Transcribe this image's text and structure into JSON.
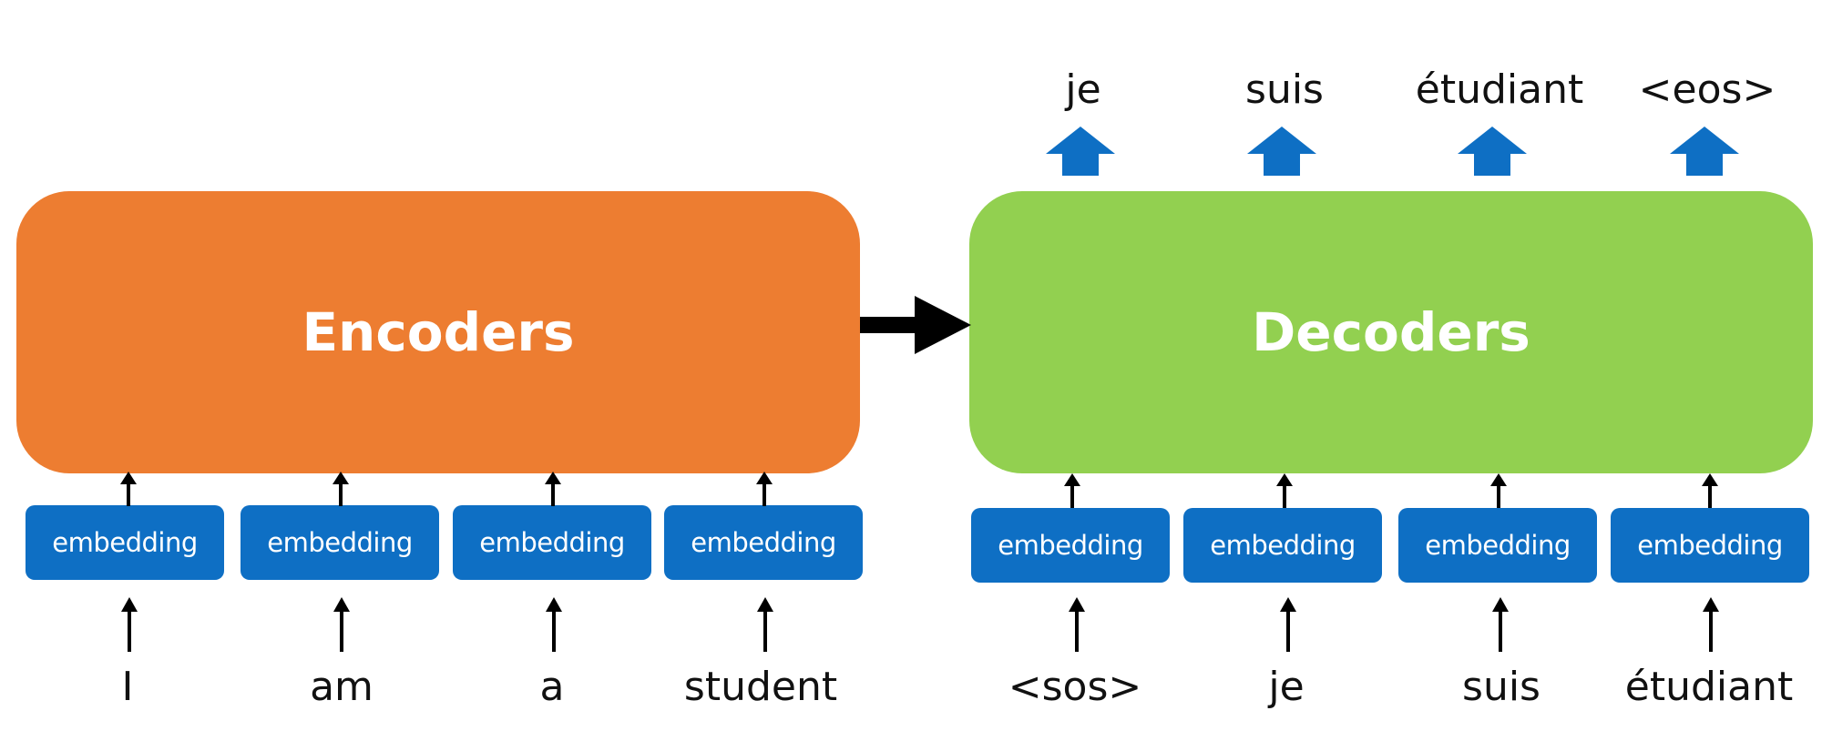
{
  "colors": {
    "encoder": "#ED7D31",
    "decoder": "#92D050",
    "embedding": "#0E6FC4",
    "output_arrow": "#0E6FC4",
    "arrow": "#000000"
  },
  "encoder": {
    "label": "Encoders",
    "inputs": [
      "I",
      "am",
      "a",
      "student"
    ],
    "embedding_label": "embedding"
  },
  "decoder": {
    "label": "Decoders",
    "inputs": [
      "<sos>",
      "je",
      "suis",
      "étudiant"
    ],
    "outputs": [
      "je",
      "suis",
      "étudiant",
      "<eos>"
    ],
    "embedding_label": "embedding"
  },
  "icons": {
    "connector": "right-arrow-icon",
    "input": "up-arrow-icon",
    "output": "blue-up-arrow-icon"
  }
}
